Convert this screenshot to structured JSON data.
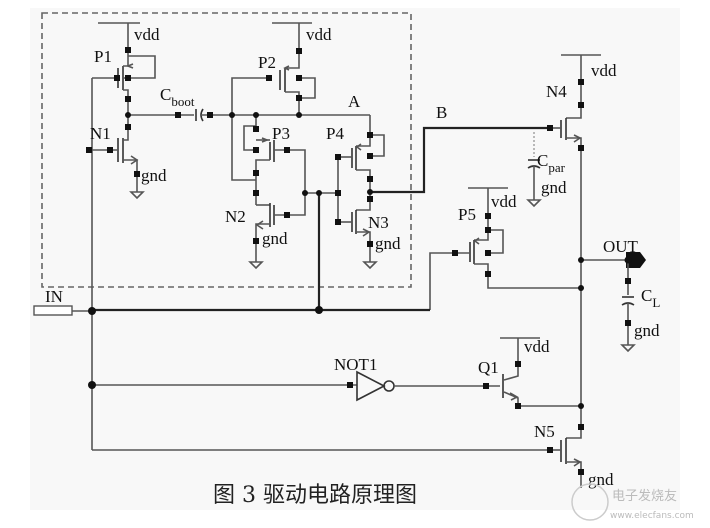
{
  "caption": "图 3 驱动电路原理图",
  "watermark": {
    "brand": "电子发烧友",
    "url": "www.elecfans.com"
  },
  "supply_label": "vdd",
  "ground_label": "gnd",
  "nodes": {
    "A": "A",
    "B": "B",
    "IN": "IN",
    "OUT": "OUT"
  },
  "components": {
    "P1": "P1",
    "N1": "N1",
    "P2": "P2",
    "P3": "P3",
    "N2": "N2",
    "P4": "P4",
    "N3": "N3",
    "N4": "N4",
    "P5": "P5",
    "N5": "N5",
    "Q1": "Q1",
    "NOT1": "NOT1",
    "Cboot_main": "C",
    "Cboot_sub": "boot",
    "Cpar_main": "C",
    "Cpar_sub": "par",
    "CL_main": "C",
    "CL_sub": "L"
  }
}
